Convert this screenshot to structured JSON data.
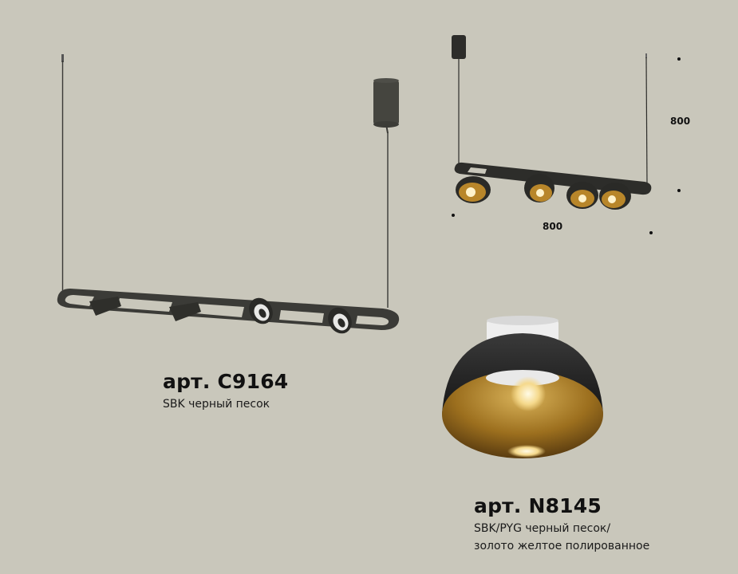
{
  "colors": {
    "background": "#c9c7bb",
    "fixture_body": "#3b3b37",
    "gold": "#b8862a",
    "text": "#111111"
  },
  "product_c9164": {
    "title": "арт. C9164",
    "description": "SBK черный песок"
  },
  "product_n8145": {
    "title": "арт. N8145",
    "description_line1": "SBK/PYG черный песок/",
    "description_line2": "золото желтое полированное"
  },
  "assembly": {
    "dimension_height": "800",
    "dimension_width": "800"
  }
}
